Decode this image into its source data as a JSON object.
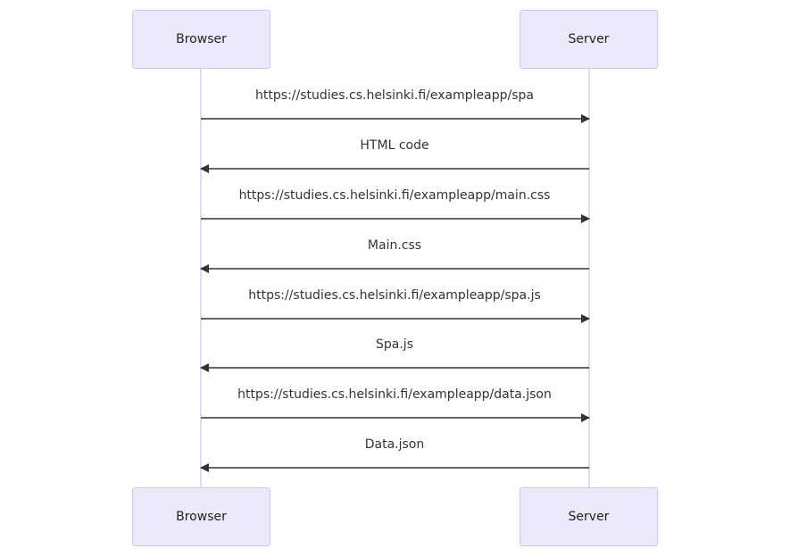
{
  "participants": {
    "browser": "Browser",
    "server": "Server"
  },
  "messages": [
    {
      "from": "browser",
      "to": "server",
      "label": "https://studies.cs.helsinki.fi/exampleapp/spa"
    },
    {
      "from": "server",
      "to": "browser",
      "label": "HTML code"
    },
    {
      "from": "browser",
      "to": "server",
      "label": "https://studies.cs.helsinki.fi/exampleapp/main.css"
    },
    {
      "from": "server",
      "to": "browser",
      "label": "Main.css"
    },
    {
      "from": "browser",
      "to": "server",
      "label": "https://studies.cs.helsinki.fi/exampleapp/spa.js"
    },
    {
      "from": "server",
      "to": "browser",
      "label": "Spa.js"
    },
    {
      "from": "browser",
      "to": "server",
      "label": "https://studies.cs.helsinki.fi/exampleapp/data.json"
    },
    {
      "from": "server",
      "to": "browser",
      "label": "Data.json"
    }
  ],
  "colors": {
    "actor_fill": "#eaeafa",
    "actor_border": "#c8c8f0",
    "lifeline": "#dcdcf5",
    "arrow": "#333333"
  }
}
